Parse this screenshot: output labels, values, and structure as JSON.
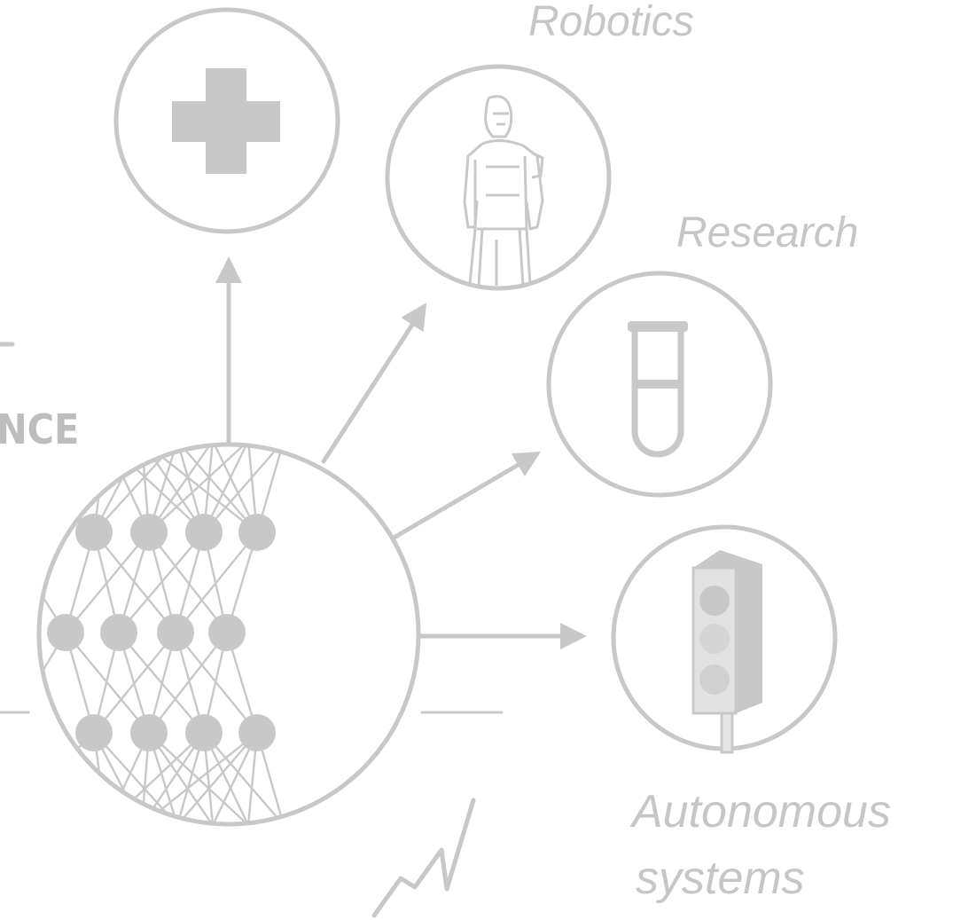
{
  "labels": {
    "robotics": "Robotics",
    "research": "Research",
    "autonomous_line1": "Autonomous",
    "autonomous_line2": "systems",
    "cropped_fragment": "NCE"
  },
  "colors": {
    "stroke": "#c8c8c8",
    "text": "#c6c6c6",
    "background": "#ffffff"
  },
  "icons": [
    "medical-cross-icon",
    "humanoid-robot-icon",
    "test-tube-icon",
    "traffic-light-icon",
    "neural-network-icon"
  ]
}
